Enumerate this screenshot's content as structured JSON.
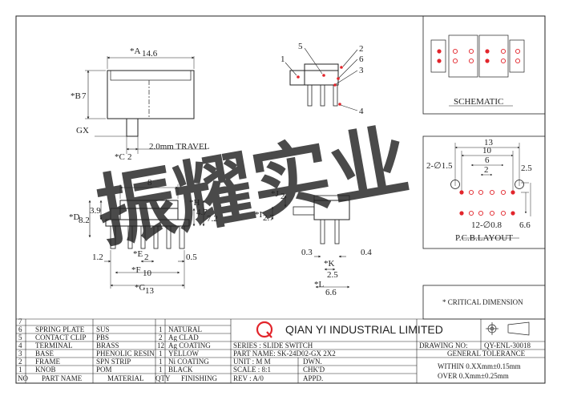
{
  "dims": {
    "a_label": "*A",
    "a_value": "14.6",
    "b_label": "*B",
    "b_value": "7",
    "gx": "GX",
    "c_label": "*C",
    "c_value": "2",
    "travel": "2.0mm TRAVEL",
    "d_label": "*D",
    "d_value": "8.2",
    "dim_39": "3.9",
    "dim_8": "8",
    "h_label": "*H",
    "h_value": "4.7",
    "dim_72": "7.2",
    "dim_12": "1.2",
    "e_label": "*E",
    "e_value": "2",
    "dim_05": "0.5",
    "f_label": "*F",
    "f_value": "10",
    "g_label": "*G",
    "g_value": "13",
    "j_label": "*J",
    "j_value": "2",
    "i_label": "*I",
    "i_value": "2.7",
    "dim_03": "0.3",
    "dim_04": "0.4",
    "k_label": "*K",
    "k_value": "2.5",
    "l_label": "*L",
    "l_value": "6.6"
  },
  "callouts": [
    "1",
    "5",
    "2",
    "6",
    "3",
    "4"
  ],
  "schematic": {
    "title": "SCHEMATIC"
  },
  "pcb": {
    "title": "P.C.B.LAYOUT",
    "dim_13": "13",
    "dim_10": "10",
    "dim_6": "6",
    "dim_2": "2",
    "dim_25": "2.5",
    "hole_big": "2-∅1.5",
    "hole_small": "12-∅0.8",
    "dim_66": "6.6"
  },
  "critical": "* CRITICAL  DIMENSION",
  "watermark": "振耀实业",
  "bom": {
    "headers": [
      "NO",
      "PART NAME",
      "MATERIAL",
      "QTY",
      "FINISHING"
    ],
    "rows": [
      [
        "7",
        "",
        "",
        "",
        ""
      ],
      [
        "6",
        "SPRING PLATE",
        "SUS",
        "1",
        "NATURAL"
      ],
      [
        "5",
        "CONTACT CLIP",
        "PBS",
        "2",
        "Ag CLAD"
      ],
      [
        "4",
        "TERMINAL",
        "BRASS",
        "12",
        "Ag COATING"
      ],
      [
        "3",
        "BASE",
        "PHENOLIC RESIN",
        "1",
        "YELLOW"
      ],
      [
        "2",
        "FRAME",
        "SPN STRIP",
        "1",
        "Ni COATING"
      ],
      [
        "1",
        "KNOB",
        "POM",
        "1",
        "BLACK"
      ]
    ]
  },
  "title_block": {
    "logo_letter": "Q",
    "company": "QIAN  YI  INDUSTRIAL  LIMITED",
    "series": "SERIES : SLIDE SWITCH",
    "part_name": "PART NAME: SK-24D02-GX   2X2",
    "unit": "UNIT : M M",
    "scale": "SCALE : 8:1",
    "rev": "REV  : A/0",
    "dwn": "DWN.",
    "chkd": "CHK'D",
    "appd": "APPD.",
    "drawing_no_label": "DRAWING NO:",
    "drawing_no": "QY-ENL-30018",
    "general_tolerance": "GENERAL TOLERANCE",
    "tol_within": "WITHIN  0.XXmm±0.15mm",
    "tol_over": "OVER    0.Xmm±0.25mm"
  },
  "colors": {
    "accent_red": "#e2252b",
    "watermark": "#39b7e6",
    "line": "#222222"
  }
}
